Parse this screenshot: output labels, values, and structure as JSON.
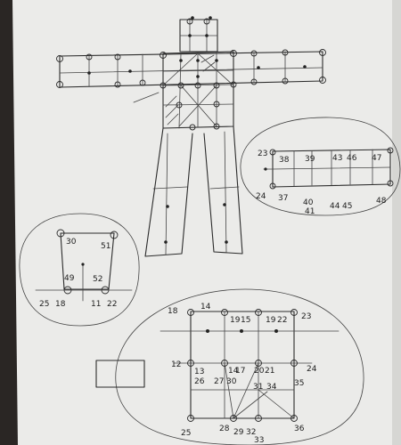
{
  "paper": {
    "color": "#ebebe9",
    "shadow": "#c9c9c6"
  },
  "ink_color": "#2b2b2b",
  "right_panel": {
    "labels": [
      "23",
      "38",
      "39",
      "43",
      "46",
      "47",
      "24",
      "37",
      "40",
      "41",
      "44",
      "45",
      "48"
    ]
  },
  "left_circle": {
    "labels": [
      "30",
      "51",
      "49",
      "52",
      "25",
      "18",
      "11",
      "22"
    ]
  },
  "bottom_circle": {
    "labels": [
      "18",
      "14",
      "19",
      "15",
      "19",
      "22",
      "23",
      "12",
      "13",
      "14",
      "17",
      "20",
      "21",
      "24",
      "26",
      "27",
      "30",
      "31",
      "34",
      "35",
      "25",
      "28",
      "29",
      "32",
      "33",
      "36"
    ]
  }
}
